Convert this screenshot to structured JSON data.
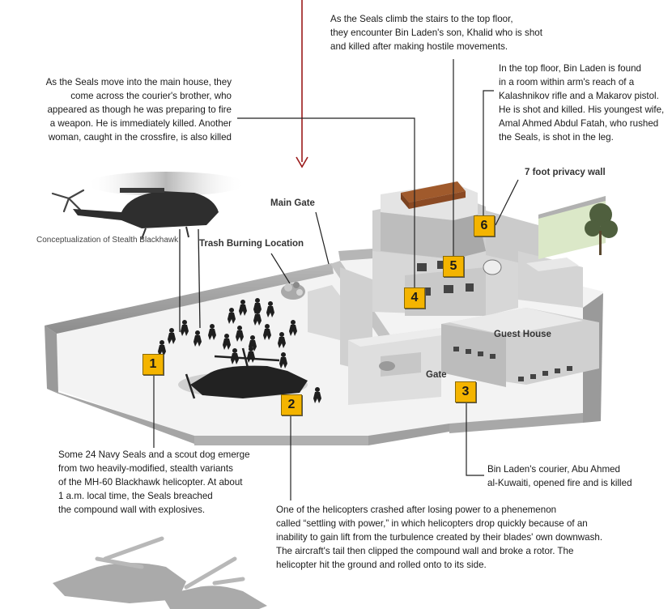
{
  "annotations": {
    "stairs": "As the Seals climb the stairs to the top floor,\nthey encounter Bin Laden's son, Khalid who is shot\nand killed after making hostile movements.",
    "main_house": "As the Seals move into the main house, they\ncome across the courier's brother, who\nappeared as though he was preparing to fire\na weapon. He is immediately killed. Another\nwoman, caught in the crossfire, is also killed",
    "top_floor": "In the top floor, Bin Laden is found\nin a room within arm's reach of a\nKalashnikov rifle and a Makarov pistol.\nHe is shot and killed. His youngest wife,\nAmal Ahmed Abdul Fatah, who rushed\nthe Seals, is shot in the leg.",
    "seals_emerge": "Some 24 Navy Seals and a scout dog emerge\nfrom two heavily-modified, stealth variants\nof the MH-60 Blackhawk helicopter. At about\n1 a.m. local time, the Seals breached\nthe compound wall with explosives.",
    "courier": "Bin Laden's courier, Abu Ahmed\nal-Kuwaiti, opened fire and is killed",
    "crash": "One of the helicopters crashed after losing power to a phenemenon\ncalled “settling with power,” in which helicopters drop quickly because of an\ninability to gain lift from the turbulence created by their blades' own downwash.\nThe aircraft's tail then clipped the compound wall and broke a rotor. The\nhelicopter hit the ground and rolled onto to its side."
  },
  "labels": {
    "privacy_wall": "7 foot privacy wall",
    "main_gate": "Main Gate",
    "trash": "Trash Burning Location",
    "stealth": "Conceptualization of Stealth Blackhawk",
    "guest_house": "Guest House",
    "gate": "Gate"
  },
  "markers": [
    "1",
    "2",
    "3",
    "4",
    "5",
    "6"
  ],
  "colors": {
    "marker": "#f4b400",
    "arrow": "#9b1b1b"
  }
}
